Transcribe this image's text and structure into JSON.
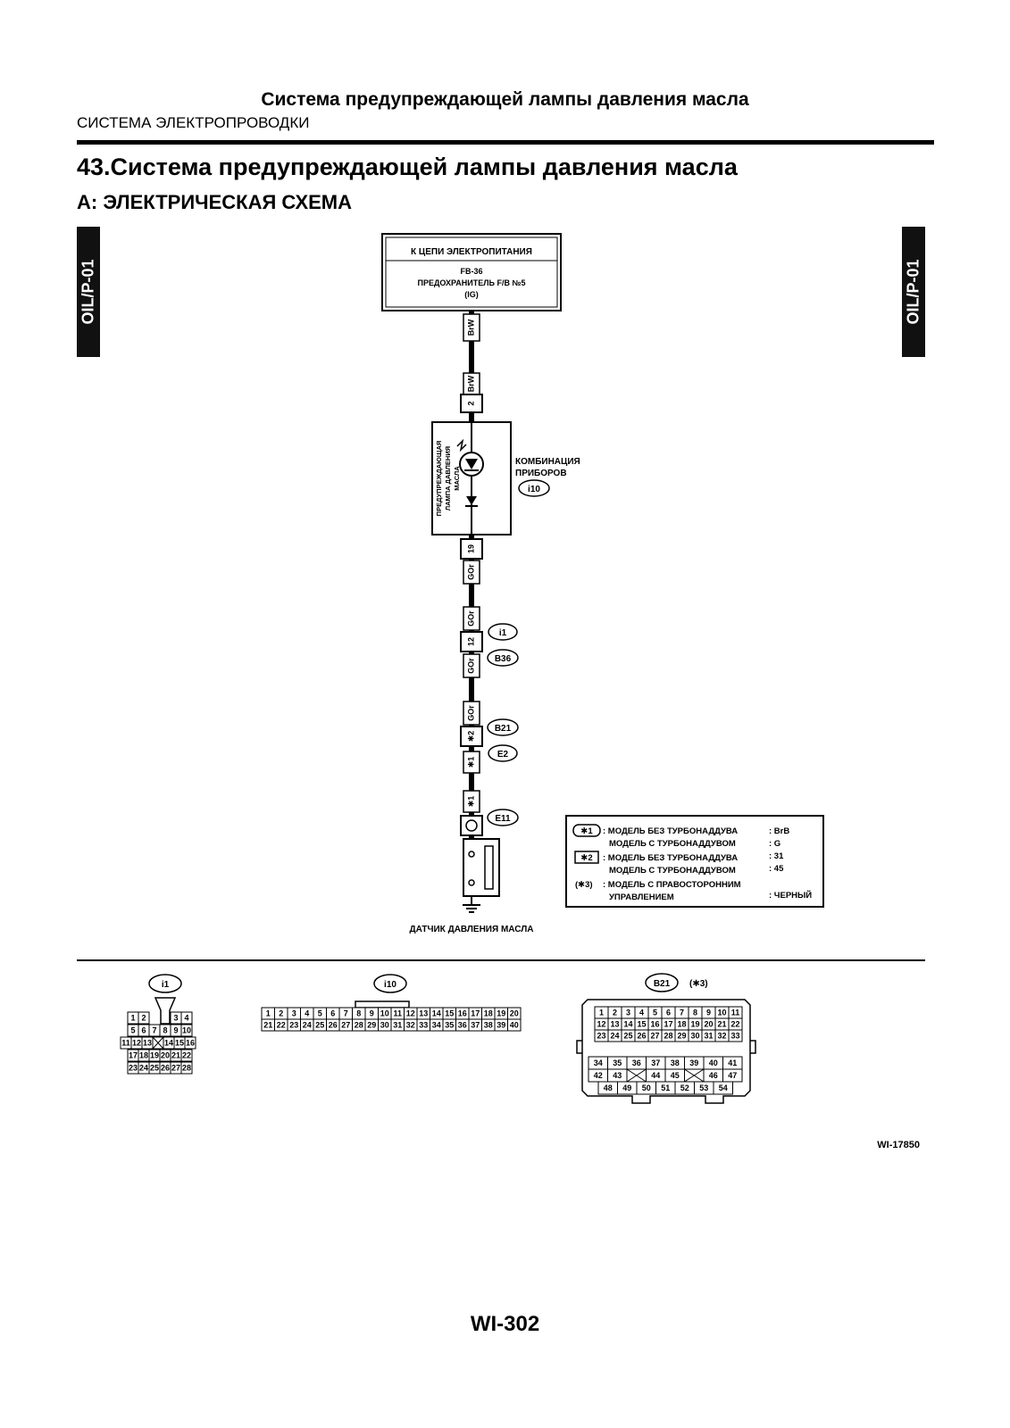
{
  "header": {
    "running_title": "Система предупреждающей лампы давления масла",
    "section": "СИСТЕМА ЭЛЕКТРОПРОВОДКИ"
  },
  "title": {
    "chapter": "43.Система предупреждающей лампы давления масла",
    "sub": "A:  ЭЛЕКТРИЧЕСКАЯ СХЕМА"
  },
  "side_tab": "OIL/P-01",
  "power_box": {
    "title": "К ЦЕПИ ЭЛЕКТРОПИТАНИЯ",
    "line1": "FB-36",
    "line2": "ПРЕДОХРАНИТЕЛЬ F/B №5",
    "line3": "(IG)"
  },
  "wires": {
    "brw_1": "BrW",
    "pin_2": "2",
    "brw_2": "BrW",
    "pin_19": "19",
    "gor_1": "GOr",
    "gor_2": "GOr",
    "pin_12": "12",
    "gor_3": "GOr",
    "gor_4": "GOr",
    "star2": "✱2",
    "star1a": "✱1",
    "star1b": "✱1"
  },
  "combination_meter": {
    "label_line1": "КОМБИНАЦИЯ",
    "label_line2": "ПРИБОРОВ",
    "connector": "i10",
    "lamp_line1": "ПРЕДУПРЕЖДАЮЩАЯ",
    "lamp_line2": "ЛАМПА ДАВЛЕНИЯ",
    "lamp_line3": "МАСЛА"
  },
  "connectors": {
    "i1": "i1",
    "b36": "B36",
    "b21": "B21",
    "e2": "E2",
    "e11": "E11"
  },
  "sensor_label": "ДАТЧИК ДАВЛЕНИЯ МАСЛА",
  "legend": {
    "star1_mark": "✱1",
    "star1_l1": ": МОДЕЛЬ БЕЗ ТУРБОНАДДУВА",
    "star1_v1": ": BrB",
    "star1_l2": "МОДЕЛЬ С ТУРБОНАДДУВОМ",
    "star1_v2": ": G",
    "star2_mark": "✱2",
    "star2_l1": ": МОДЕЛЬ БЕЗ ТУРБОНАДДУВА",
    "star2_v1": ": 31",
    "star2_l2": "МОДЕЛЬ С ТУРБОНАДДУВОМ",
    "star2_v2": ": 45",
    "star3_mark": "(✱3)",
    "star3_l1": ": МОДЕЛЬ С ПРАВОСТОРОННИМ",
    "star3_l2": "УПРАВЛЕНИЕМ",
    "star3_v": ": ЧЕРНЫЙ"
  },
  "connector_views": {
    "i1_label": "i1",
    "i10_label": "i10",
    "b21_label": "B21",
    "b21_note": "(✱3)",
    "i1_rows": [
      [
        "1",
        "2",
        "",
        "",
        "3",
        "4"
      ],
      [
        "5",
        "6",
        "7",
        "8",
        "9",
        "10"
      ],
      [
        "11",
        "12",
        "13",
        "X",
        "14",
        "15",
        "16"
      ],
      [
        "17",
        "18",
        "19",
        "20",
        "21",
        "22"
      ],
      [
        "23",
        "24",
        "25",
        "26",
        "27",
        "28"
      ]
    ],
    "i10_rows": [
      [
        "1",
        "2",
        "3",
        "4",
        "5",
        "6",
        "7",
        "8",
        "9",
        "10",
        "11",
        "12",
        "13",
        "14",
        "15",
        "16",
        "17",
        "18",
        "19",
        "20"
      ],
      [
        "21",
        "22",
        "23",
        "24",
        "25",
        "26",
        "27",
        "28",
        "29",
        "30",
        "31",
        "32",
        "33",
        "34",
        "35",
        "36",
        "37",
        "38",
        "39",
        "40"
      ]
    ],
    "b21_rows_top": [
      [
        "1",
        "2",
        "3",
        "4",
        "5",
        "6",
        "7",
        "8",
        "9",
        "10",
        "11"
      ],
      [
        "12",
        "13",
        "14",
        "15",
        "16",
        "17",
        "18",
        "19",
        "20",
        "21",
        "22"
      ],
      [
        "23",
        "24",
        "25",
        "26",
        "27",
        "28",
        "29",
        "30",
        "31",
        "32",
        "33"
      ]
    ],
    "b21_rows_bottom": [
      [
        "34",
        "35",
        "36",
        "37",
        "38",
        "39",
        "40",
        "41"
      ],
      [
        "42",
        "43",
        "X",
        "44",
        "45",
        "X",
        "46",
        "47"
      ],
      [
        "48",
        "49",
        "50",
        "51",
        "52",
        "53",
        "54"
      ]
    ]
  },
  "figure_code": "WI-17850",
  "page_number": "WI-302"
}
